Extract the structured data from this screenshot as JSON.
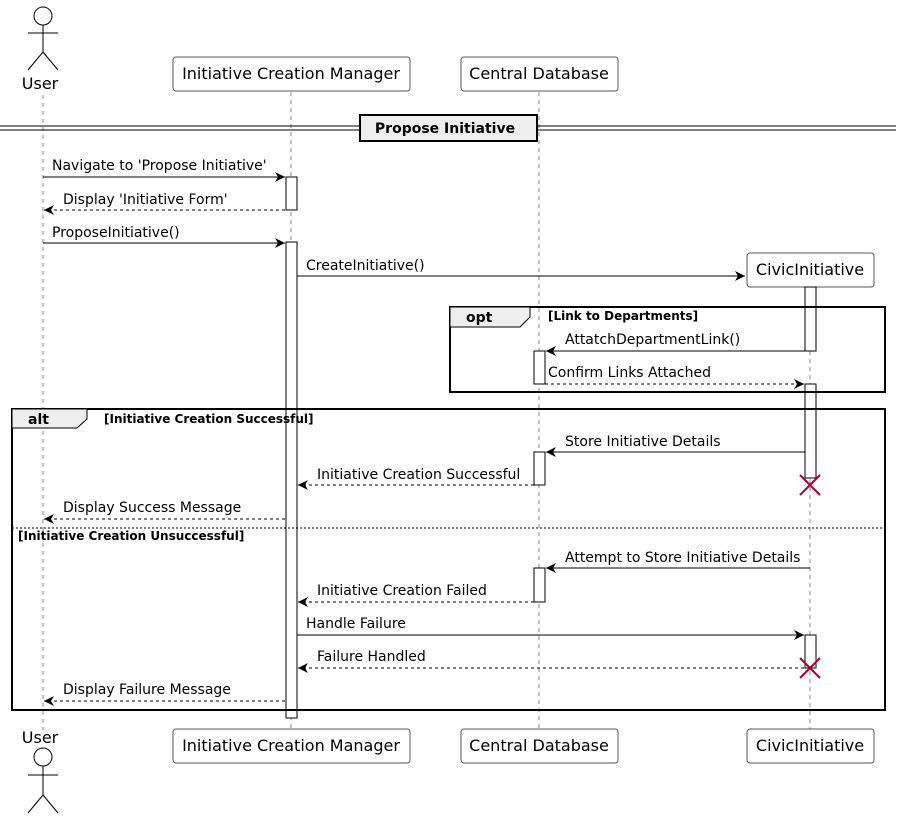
{
  "participants": {
    "user": "User",
    "manager": "Initiative Creation Manager",
    "database": "Central Database",
    "civic": "CivicInitiative"
  },
  "divider": "Propose Initiative",
  "messages": {
    "m1": "Navigate to 'Propose Initiative'",
    "m2": "Display 'Initiative Form'",
    "m3": "ProposeInitiative()",
    "m4": "CreateInitiative()",
    "m5": "AttatchDepartmentLink()",
    "m6": "Confirm Links Attached",
    "m7": "Store Initiative Details",
    "m8": "Initiative Creation Successful",
    "m9": "Display Success Message",
    "m10": "Attempt to Store Initiative Details",
    "m11": "Initiative Creation Failed",
    "m12": "Handle Failure",
    "m13": "Failure Handled",
    "m14": "Display Failure Message"
  },
  "fragments": {
    "opt": {
      "keyword": "opt",
      "guard": "[Link to Departments]"
    },
    "alt": {
      "keyword": "alt",
      "guard": "[Initiative Creation Successful]",
      "else_guard": "[Initiative Creation Unsuccessful]"
    }
  }
}
